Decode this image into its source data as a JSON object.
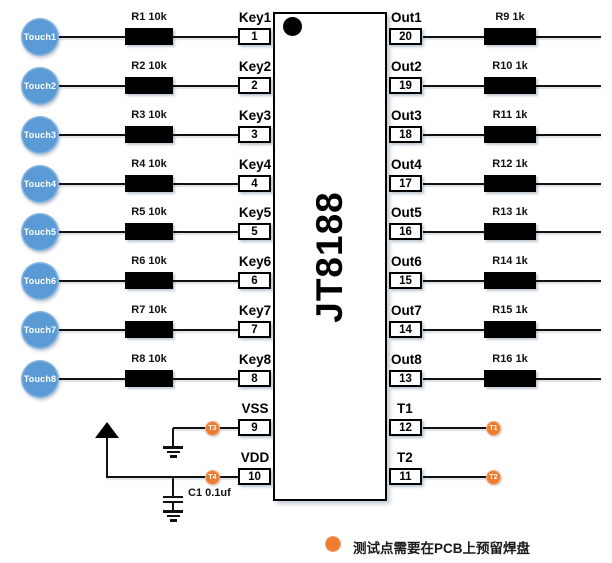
{
  "diagram": {
    "ic_name": "JT8188",
    "capacitor_label": "C1 0.1uf",
    "legend_text": "测试点需要在PCB上预留焊盘"
  },
  "left_rows": [
    {
      "touch": "Touch1",
      "resistor": "R1 10k",
      "pin_name": "Key1",
      "pin_number": "1"
    },
    {
      "touch": "Touch2",
      "resistor": "R2 10k",
      "pin_name": "Key2",
      "pin_number": "2"
    },
    {
      "touch": "Touch3",
      "resistor": "R3 10k",
      "pin_name": "Key3",
      "pin_number": "3"
    },
    {
      "touch": "Touch4",
      "resistor": "R4 10k",
      "pin_name": "Key4",
      "pin_number": "4"
    },
    {
      "touch": "Touch5",
      "resistor": "R5 10k",
      "pin_name": "Key5",
      "pin_number": "5"
    },
    {
      "touch": "Touch6",
      "resistor": "R6 10k",
      "pin_name": "Key6",
      "pin_number": "6"
    },
    {
      "touch": "Touch7",
      "resistor": "R7 10k",
      "pin_name": "Key7",
      "pin_number": "7"
    },
    {
      "touch": "Touch8",
      "resistor": "R8 10k",
      "pin_name": "Key8",
      "pin_number": "8"
    }
  ],
  "right_rows": [
    {
      "pin_name": "Out1",
      "pin_number": "20",
      "resistor": "R9 1k"
    },
    {
      "pin_name": "Out2",
      "pin_number": "19",
      "resistor": "R10 1k"
    },
    {
      "pin_name": "Out3",
      "pin_number": "18",
      "resistor": "R11 1k"
    },
    {
      "pin_name": "Out4",
      "pin_number": "17",
      "resistor": "R12 1k"
    },
    {
      "pin_name": "Out5",
      "pin_number": "16",
      "resistor": "R13 1k"
    },
    {
      "pin_name": "Out6",
      "pin_number": "15",
      "resistor": "R14 1k"
    },
    {
      "pin_name": "Out7",
      "pin_number": "14",
      "resistor": "R15 1k"
    },
    {
      "pin_name": "Out8",
      "pin_number": "13",
      "resistor": "R16 1k"
    }
  ],
  "power_rows": [
    {
      "pin_name": "VSS",
      "pin_number": "9",
      "test_point": "T3"
    },
    {
      "pin_name": "VDD",
      "pin_number": "10",
      "test_point": "T4"
    }
  ],
  "test_rows": [
    {
      "pin_name": "T1",
      "pin_number": "12",
      "test_point": "T1"
    },
    {
      "pin_name": "T2",
      "pin_number": "11",
      "test_point": "T2"
    }
  ],
  "colors": {
    "touch_blue": "#5B9BD5",
    "test_point_orange": "#ED7D31",
    "wire_black": "#111111"
  }
}
